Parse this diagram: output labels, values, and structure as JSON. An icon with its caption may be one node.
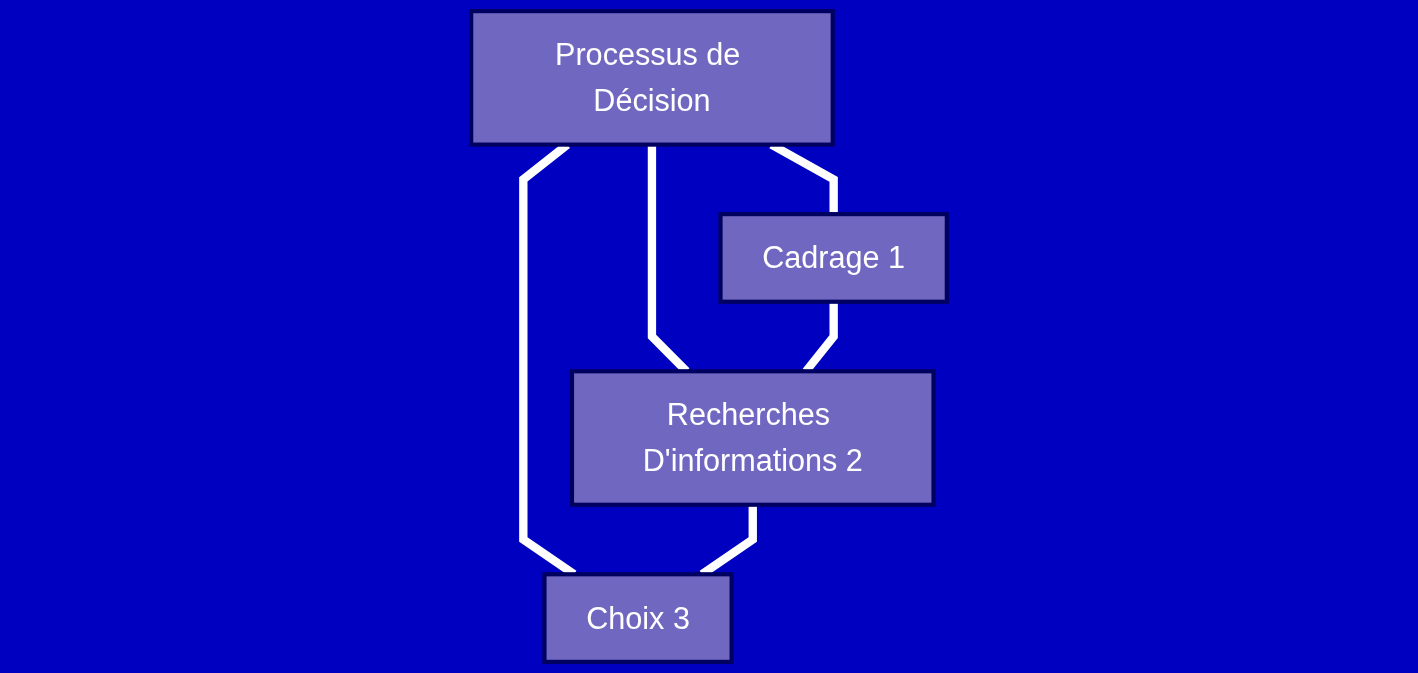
{
  "diagram": {
    "nodes": [
      {
        "text": [
          "Processus de Décision"
        ]
      },
      {
        "text": [
          "Cadrage 1"
        ]
      },
      {
        "text": [
          "Recherches D'informations 2"
        ]
      },
      {
        "text": [
          "Choix 3"
        ]
      }
    ],
    "edges": [
      {
        "from": 0,
        "to": 1,
        "arrow": "none"
      },
      {
        "from": 0,
        "to": 2,
        "arrow": "none"
      },
      {
        "from": 0,
        "to": 3,
        "arrow": "none"
      },
      {
        "from": 1,
        "to": 2,
        "arrow": "none"
      },
      {
        "from": 2,
        "to": 3,
        "arrow": "none"
      }
    ]
  }
}
